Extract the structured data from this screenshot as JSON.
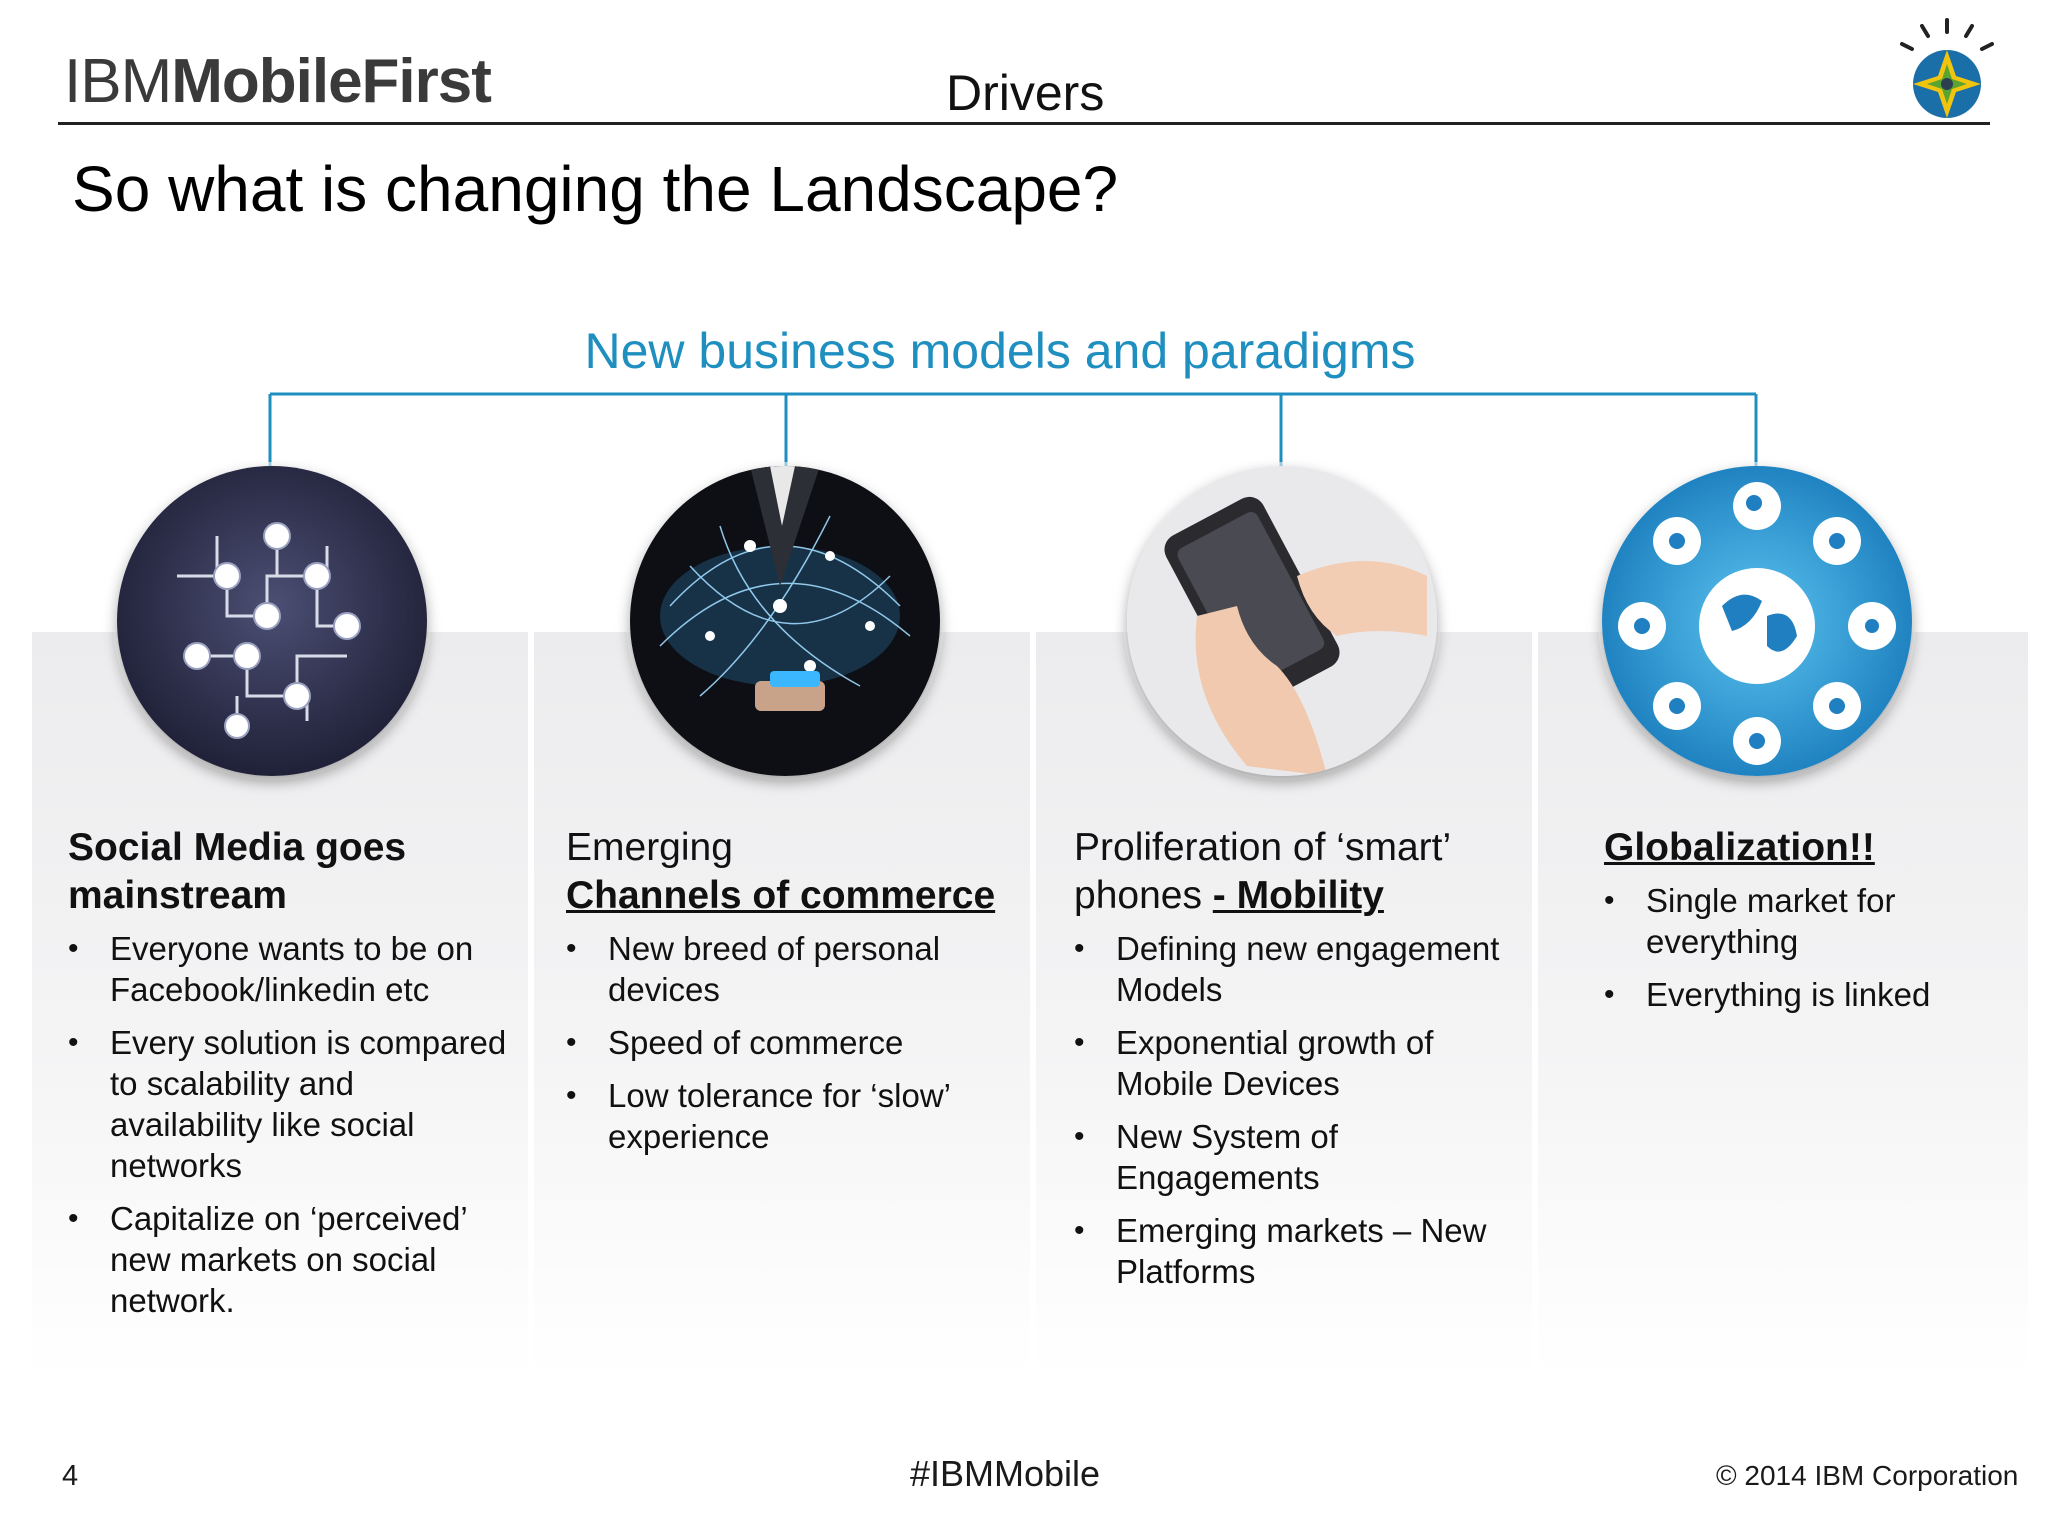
{
  "header": {
    "logo_light": "IBM",
    "logo_bold": "MobileFirst",
    "section_title": "Drivers"
  },
  "page_title": "So what is changing the Landscape?",
  "subtitle": "New business models and paradigms",
  "colors": {
    "accent": "#1f8fc0",
    "text": "#111111",
    "column_bg": "#ececee"
  },
  "columns": [
    {
      "image": "social-network-icon",
      "head_plain": "",
      "head_bold": "Social Media goes mainstream",
      "bullets": [
        "Everyone wants to be on Facebook/linkedin etc",
        "Every solution is compared to scalability and availability like social networks",
        "Capitalize on ‘perceived’ new markets on social network."
      ]
    },
    {
      "image": "global-commerce-icon",
      "head_plain": "Emerging",
      "head_underlined": "Channels of commerce",
      "bullets": [
        "New breed of personal devices",
        "Speed of commerce",
        "Low tolerance for ‘slow’ experience"
      ]
    },
    {
      "image": "smartphone-icon",
      "head_plain": "Proliferation of ‘smart’",
      "head_plain2": "phones ",
      "head_underlined": "- Mobility",
      "bullets": [
        "Defining new engagement Models",
        "Exponential growth of Mobile Devices",
        "New System of Engagements",
        "Emerging markets – New Platforms"
      ]
    },
    {
      "image": "globe-icon",
      "head_underlined": "Globalization!!",
      "bullets": [
        "Single market for everything",
        "Everything is linked"
      ]
    }
  ],
  "footer": {
    "page_number": "4",
    "hashtag": "#IBMMobile",
    "copyright": "© 2014 IBM Corporation"
  }
}
